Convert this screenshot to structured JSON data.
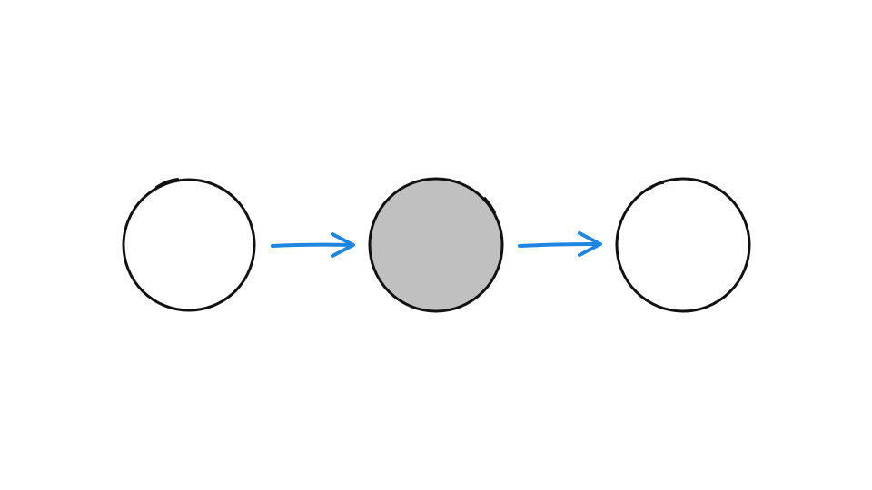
{
  "diagram": {
    "nodes": [
      {
        "id": "node-1",
        "state": "empty"
      },
      {
        "id": "node-2",
        "state": "filled"
      },
      {
        "id": "node-3",
        "state": "empty"
      }
    ],
    "edges": [
      {
        "from": "node-1",
        "to": "node-2"
      },
      {
        "from": "node-2",
        "to": "node-3"
      }
    ],
    "colors": {
      "background": "#ffffff",
      "node_stroke": "#111111",
      "node_fill_empty": "#ffffff",
      "node_fill_filled": "#c0c0c0",
      "arrow": "#1f86e0"
    }
  }
}
